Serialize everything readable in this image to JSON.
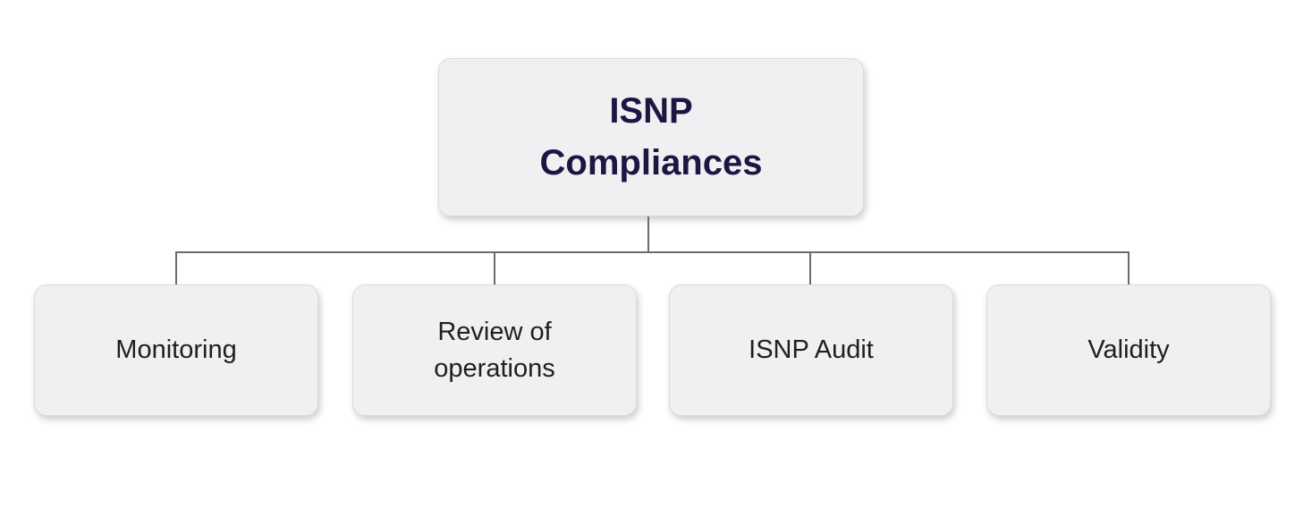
{
  "diagram": {
    "root": {
      "label": "ISNP\nCompliances"
    },
    "children": [
      {
        "label": "Monitoring"
      },
      {
        "label": "Review of\noperations"
      },
      {
        "label": "ISNP Audit"
      },
      {
        "label": "Validity"
      }
    ]
  },
  "colors": {
    "canvas-bg": "#ffffff",
    "node-bg": "#f0eff1",
    "node-border": "#dbdadc",
    "root-text": "#1b1642",
    "child-text": "#1f1f1f",
    "connector": "#6b6b6b"
  }
}
